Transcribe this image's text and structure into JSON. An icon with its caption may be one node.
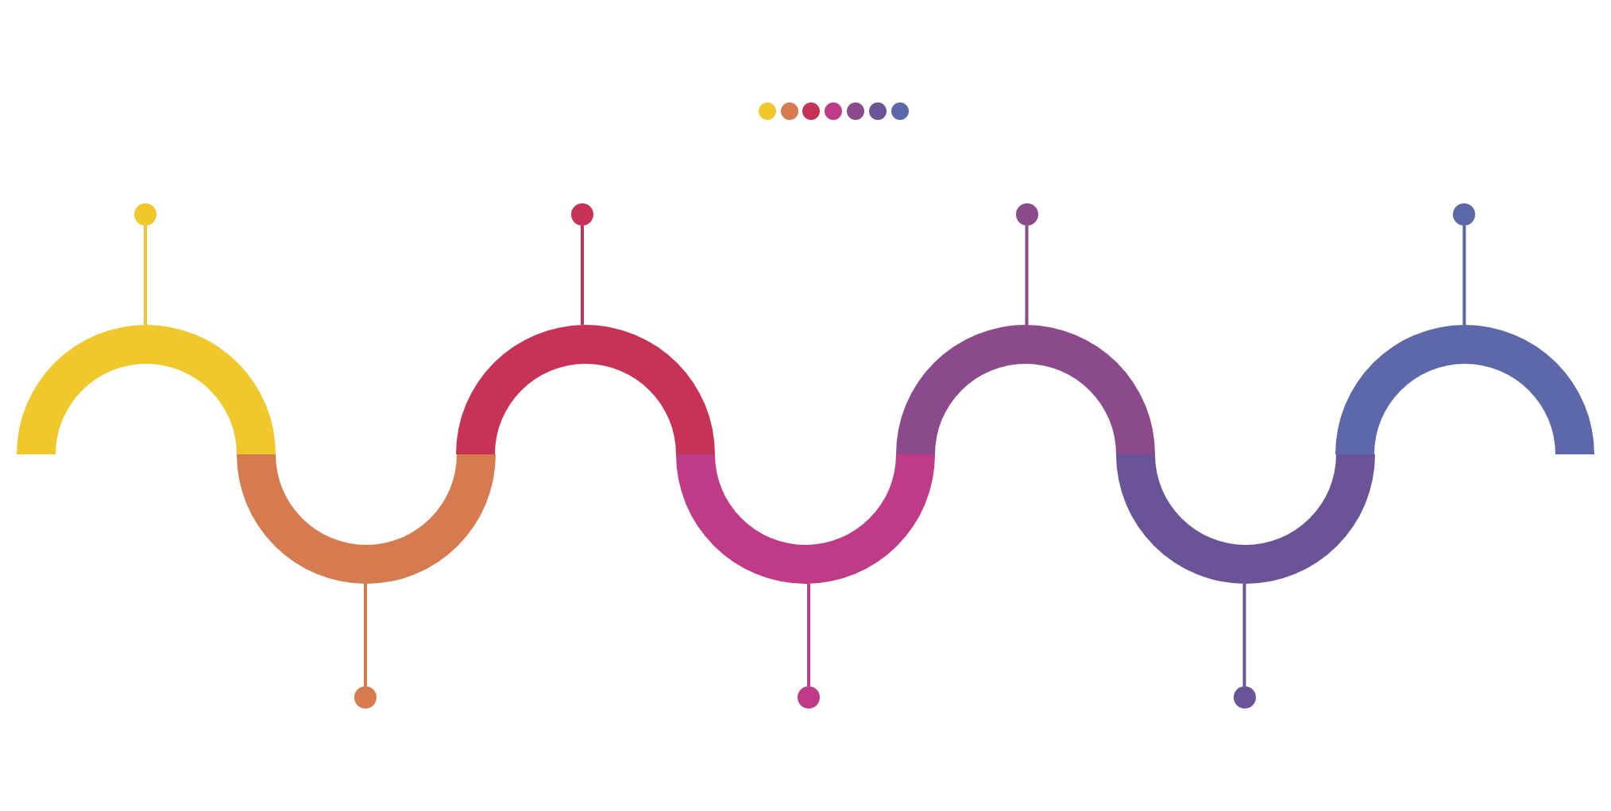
{
  "diagram": {
    "nodes": [
      {
        "text": [],
        "shape": "circle"
      },
      {
        "text": [],
        "shape": "arc"
      },
      {
        "text": [],
        "shape": "circle"
      },
      {
        "text": [],
        "shape": "arc"
      },
      {
        "text": [],
        "shape": "circle"
      },
      {
        "text": [],
        "shape": "arc"
      },
      {
        "text": [],
        "shape": "circle"
      },
      {
        "text": [],
        "shape": "arc"
      },
      {
        "text": [],
        "shape": "circle"
      },
      {
        "text": [],
        "shape": "arc"
      },
      {
        "text": [],
        "shape": "circle"
      },
      {
        "text": [],
        "shape": "arc"
      },
      {
        "text": [],
        "shape": "circle"
      },
      {
        "text": [],
        "shape": "arc"
      }
    ],
    "edges": [
      {
        "from": 0,
        "to": 1,
        "arrow": "none",
        "color": "#f0c82c"
      },
      {
        "from": 2,
        "to": 3,
        "arrow": "none",
        "color": "#d67a4f"
      },
      {
        "from": 4,
        "to": 5,
        "arrow": "none",
        "color": "#c63356"
      },
      {
        "from": 6,
        "to": 7,
        "arrow": "none",
        "color": "#c03b87"
      },
      {
        "from": 8,
        "to": 9,
        "arrow": "none",
        "color": "#8b4a8c"
      },
      {
        "from": 10,
        "to": 11,
        "arrow": "none",
        "color": "#6b5397"
      },
      {
        "from": 12,
        "to": 13,
        "arrow": "none",
        "color": "#5c68a9"
      }
    ]
  }
}
